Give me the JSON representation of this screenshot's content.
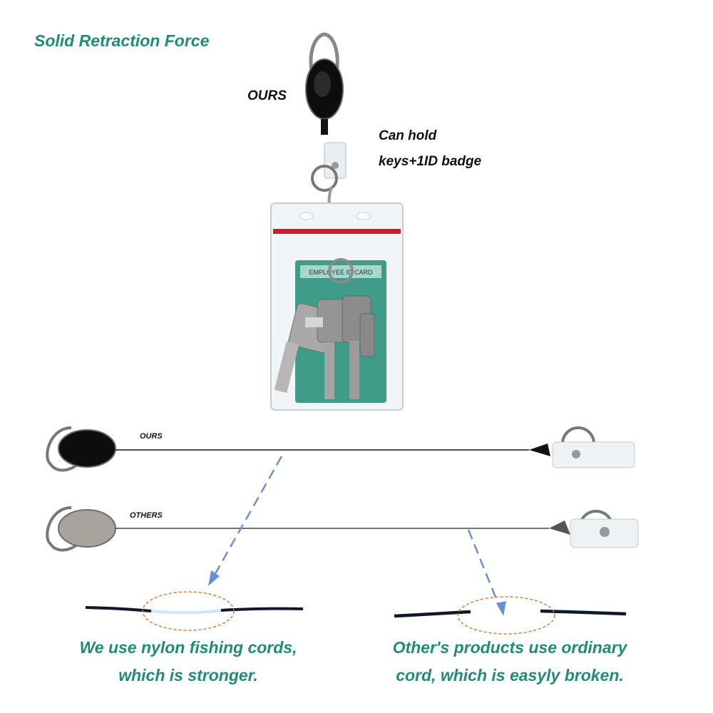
{
  "heading": "Solid Retraction Force",
  "product_label": "OURS",
  "capacity_line1": "Can hold",
  "capacity_line2": "keys+1ID badge",
  "badge_card_text": "EMPLOYEE ID CARD",
  "comparison": {
    "ours_label": "OURS",
    "others_label": "OTHERS"
  },
  "captions": {
    "left_line1": "We use nylon fishing cords,",
    "left_line2": "which is stronger.",
    "right_line1": "Other's products use ordinary",
    "right_line2": "cord, which is easyly broken."
  },
  "colors": {
    "heading": "#1f8c7a",
    "caption": "#1f8c7a",
    "label": "#111111",
    "arrow": "#6b8fd6",
    "highlight_ellipse": "#e0783a",
    "badge_stripe": "#d01b2c"
  }
}
